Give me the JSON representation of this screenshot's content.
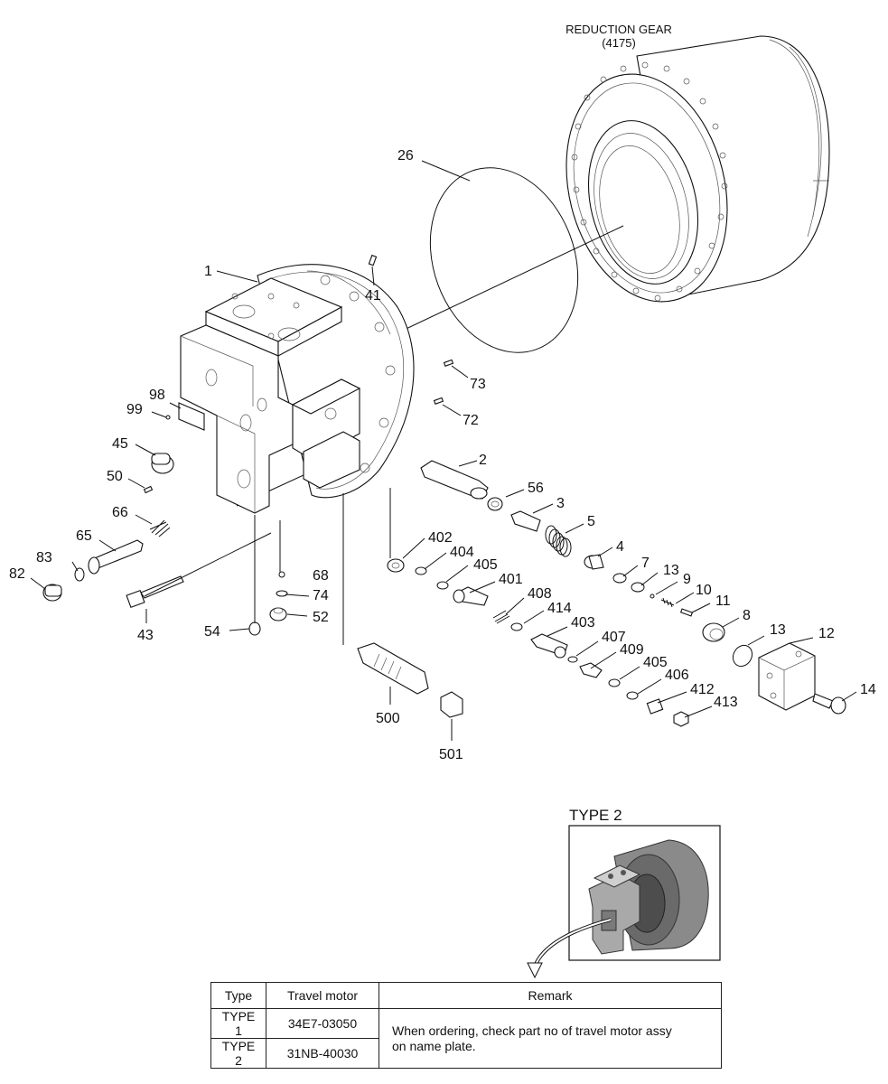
{
  "title_assembly": {
    "line1": "REDUCTION GEAR",
    "line2": "(4175)"
  },
  "type2_title": "TYPE 2",
  "callouts": [
    {
      "id": "26",
      "text": "26"
    },
    {
      "id": "1",
      "text": "1"
    },
    {
      "id": "41",
      "text": "41"
    },
    {
      "id": "73",
      "text": "73"
    },
    {
      "id": "72",
      "text": "72"
    },
    {
      "id": "98",
      "text": "98"
    },
    {
      "id": "99",
      "text": "99"
    },
    {
      "id": "45",
      "text": "45"
    },
    {
      "id": "50",
      "text": "50"
    },
    {
      "id": "2",
      "text": "2"
    },
    {
      "id": "56",
      "text": "56"
    },
    {
      "id": "3",
      "text": "3"
    },
    {
      "id": "5",
      "text": "5"
    },
    {
      "id": "66",
      "text": "66"
    },
    {
      "id": "65",
      "text": "65"
    },
    {
      "id": "83",
      "text": "83"
    },
    {
      "id": "82",
      "text": "82"
    },
    {
      "id": "402",
      "text": "402"
    },
    {
      "id": "404",
      "text": "404"
    },
    {
      "id": "405a",
      "text": "405"
    },
    {
      "id": "4",
      "text": "4"
    },
    {
      "id": "7",
      "text": "7"
    },
    {
      "id": "13a",
      "text": "13"
    },
    {
      "id": "9",
      "text": "9"
    },
    {
      "id": "10",
      "text": "10"
    },
    {
      "id": "11",
      "text": "11"
    },
    {
      "id": "8",
      "text": "8"
    },
    {
      "id": "401",
      "text": "401"
    },
    {
      "id": "408",
      "text": "408"
    },
    {
      "id": "414",
      "text": "414"
    },
    {
      "id": "403",
      "text": "403"
    },
    {
      "id": "407",
      "text": "407"
    },
    {
      "id": "409",
      "text": "409"
    },
    {
      "id": "405b",
      "text": "405"
    },
    {
      "id": "406",
      "text": "406"
    },
    {
      "id": "412",
      "text": "412"
    },
    {
      "id": "413",
      "text": "413"
    },
    {
      "id": "13b",
      "text": "13"
    },
    {
      "id": "12",
      "text": "12"
    },
    {
      "id": "14",
      "text": "14"
    },
    {
      "id": "68",
      "text": "68"
    },
    {
      "id": "74",
      "text": "74"
    },
    {
      "id": "52",
      "text": "52"
    },
    {
      "id": "54",
      "text": "54"
    },
    {
      "id": "43",
      "text": "43"
    },
    {
      "id": "500",
      "text": "500"
    },
    {
      "id": "501",
      "text": "501"
    }
  ],
  "table": {
    "headers": [
      "Type",
      "Travel motor",
      "Remark"
    ],
    "rows": [
      {
        "type": "TYPE 1",
        "motor": "34E7-03050"
      },
      {
        "type": "TYPE 2",
        "motor": "31NB-40030"
      }
    ],
    "remark_line1": "When ordering, check part no of travel motor assy",
    "remark_line2": "on name plate."
  }
}
